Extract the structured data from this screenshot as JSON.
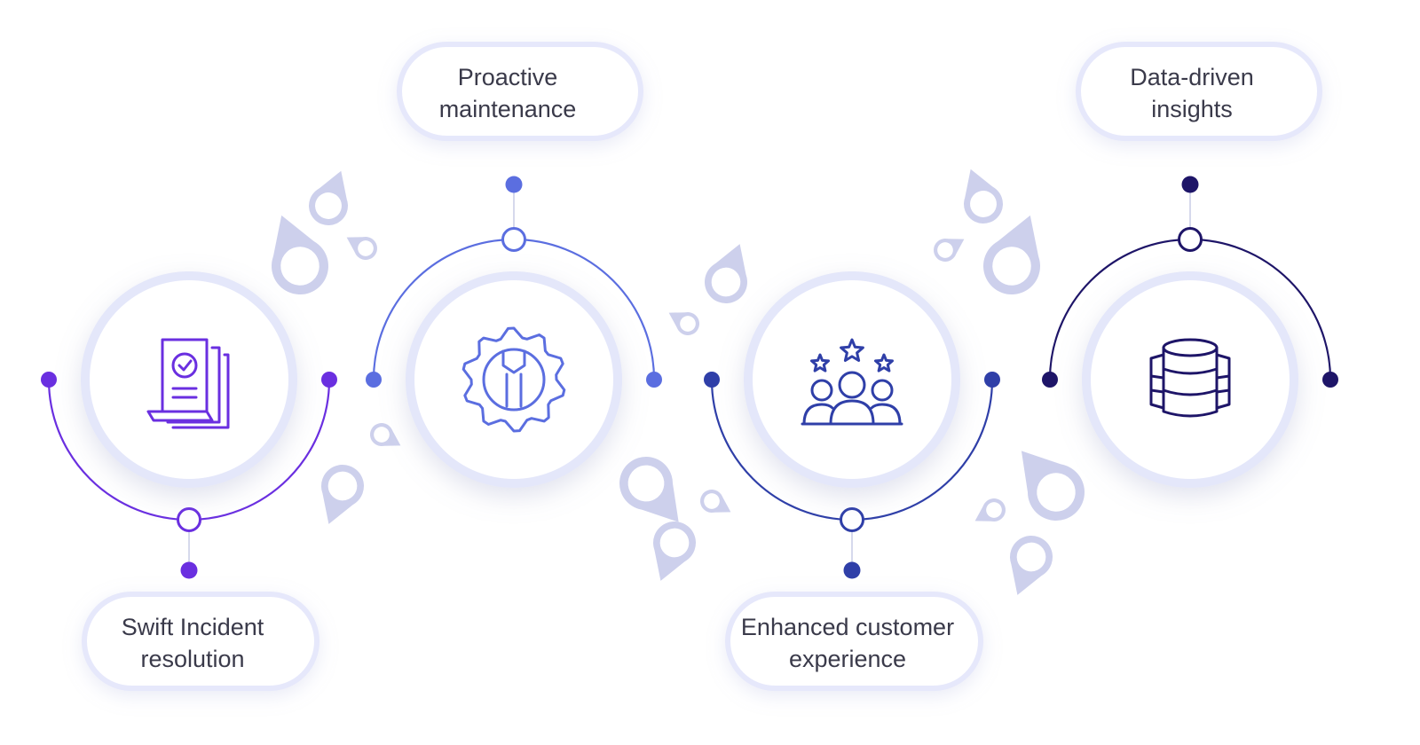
{
  "steps": [
    {
      "label_lines": [
        "Swift Incident",
        "resolution"
      ],
      "icon": "document-check-icon",
      "color": "#6a2fe0"
    },
    {
      "label_lines": [
        "Proactive",
        "maintenance"
      ],
      "icon": "gear-wrench-icon",
      "color": "#5b6ee0"
    },
    {
      "label_lines": [
        "Enhanced customer",
        "experience"
      ],
      "icon": "team-stars-icon",
      "color": "#2f3fa8"
    },
    {
      "label_lines": [
        "Data-driven",
        "insights"
      ],
      "icon": "database-icon",
      "color": "#1e1568"
    }
  ],
  "colors": {
    "pin": "#cdd0ec",
    "pill_glow": "#e6e8fb",
    "circle_glow": "#e4e7fa",
    "text": "#3a3a4a"
  }
}
